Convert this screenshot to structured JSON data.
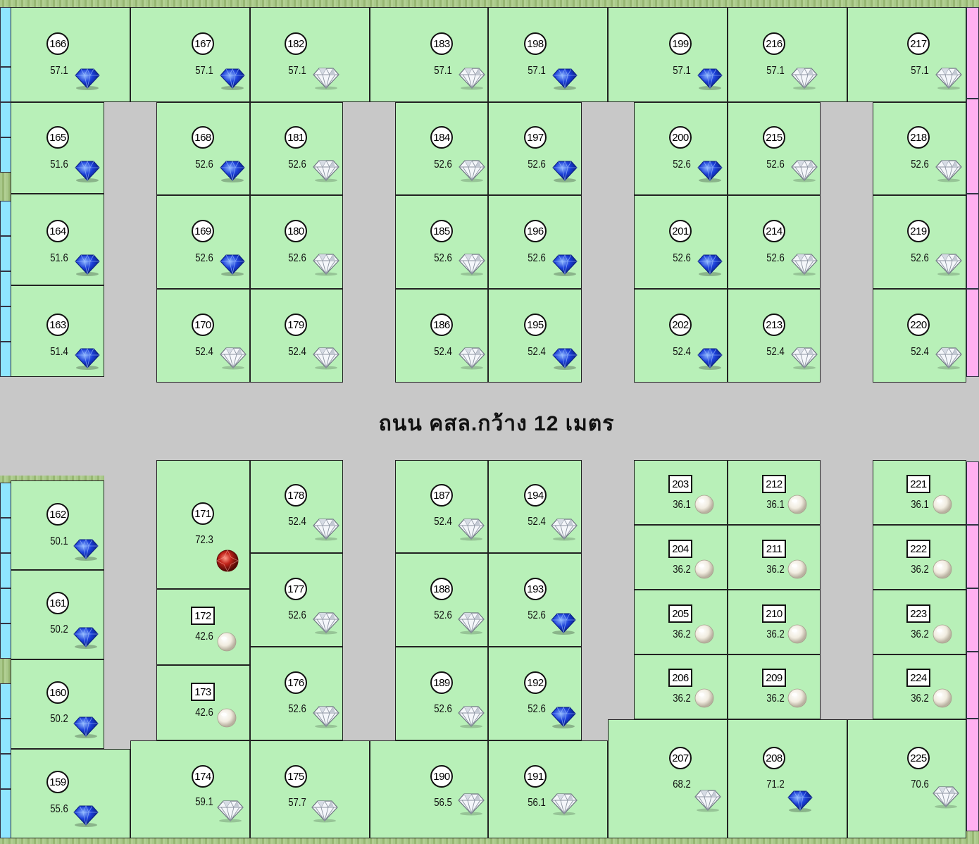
{
  "road_label": "ถนน คสล.กว้าง 12 เมตร",
  "icon_legend": {
    "sapphire": "blue-sapphire-icon",
    "diamond": "diamond-icon",
    "pearl": "pearl-icon",
    "ruby": "ruby-icon"
  },
  "colors": {
    "lot": "#b8f0b8",
    "road": "#c8c8c8",
    "left_strip": "#8fe6ff",
    "right_strip": "#ffb0f0",
    "border": "#222222"
  },
  "plots": [
    {
      "id": "166",
      "area": "57.1",
      "gem": "sapphire"
    },
    {
      "id": "167",
      "area": "57.1",
      "gem": "sapphire"
    },
    {
      "id": "182",
      "area": "57.1",
      "gem": "diamond"
    },
    {
      "id": "183",
      "area": "57.1",
      "gem": "diamond"
    },
    {
      "id": "198",
      "area": "57.1",
      "gem": "sapphire"
    },
    {
      "id": "199",
      "area": "57.1",
      "gem": "sapphire"
    },
    {
      "id": "216",
      "area": "57.1",
      "gem": "diamond"
    },
    {
      "id": "217",
      "area": "57.1",
      "gem": "diamond"
    },
    {
      "id": "165",
      "area": "51.6",
      "gem": "sapphire"
    },
    {
      "id": "168",
      "area": "52.6",
      "gem": "sapphire"
    },
    {
      "id": "181",
      "area": "52.6",
      "gem": "diamond"
    },
    {
      "id": "184",
      "area": "52.6",
      "gem": "diamond"
    },
    {
      "id": "197",
      "area": "52.6",
      "gem": "sapphire"
    },
    {
      "id": "200",
      "area": "52.6",
      "gem": "sapphire"
    },
    {
      "id": "215",
      "area": "52.6",
      "gem": "diamond"
    },
    {
      "id": "218",
      "area": "52.6",
      "gem": "diamond"
    },
    {
      "id": "164",
      "area": "51.6",
      "gem": "sapphire"
    },
    {
      "id": "169",
      "area": "52.6",
      "gem": "sapphire"
    },
    {
      "id": "180",
      "area": "52.6",
      "gem": "diamond"
    },
    {
      "id": "185",
      "area": "52.6",
      "gem": "diamond"
    },
    {
      "id": "196",
      "area": "52.6",
      "gem": "sapphire"
    },
    {
      "id": "201",
      "area": "52.6",
      "gem": "sapphire"
    },
    {
      "id": "214",
      "area": "52.6",
      "gem": "diamond"
    },
    {
      "id": "219",
      "area": "52.6",
      "gem": "diamond"
    },
    {
      "id": "163",
      "area": "51.4",
      "gem": "sapphire"
    },
    {
      "id": "170",
      "area": "52.4",
      "gem": "diamond"
    },
    {
      "id": "179",
      "area": "52.4",
      "gem": "diamond"
    },
    {
      "id": "186",
      "area": "52.4",
      "gem": "diamond"
    },
    {
      "id": "195",
      "area": "52.4",
      "gem": "sapphire"
    },
    {
      "id": "202",
      "area": "52.4",
      "gem": "sapphire"
    },
    {
      "id": "213",
      "area": "52.4",
      "gem": "diamond"
    },
    {
      "id": "220",
      "area": "52.4",
      "gem": "diamond"
    },
    {
      "id": "162",
      "area": "50.1",
      "gem": "sapphire"
    },
    {
      "id": "171",
      "area": "72.3",
      "gem": "ruby"
    },
    {
      "id": "178",
      "area": "52.4",
      "gem": "diamond"
    },
    {
      "id": "187",
      "area": "52.4",
      "gem": "diamond"
    },
    {
      "id": "194",
      "area": "52.4",
      "gem": "diamond"
    },
    {
      "id": "203",
      "area": "36.1",
      "gem": "pearl"
    },
    {
      "id": "212",
      "area": "36.1",
      "gem": "pearl"
    },
    {
      "id": "221",
      "area": "36.1",
      "gem": "pearl"
    },
    {
      "id": "204",
      "area": "36.2",
      "gem": "pearl"
    },
    {
      "id": "211",
      "area": "36.2",
      "gem": "pearl"
    },
    {
      "id": "222",
      "area": "36.2",
      "gem": "pearl"
    },
    {
      "id": "161",
      "area": "50.2",
      "gem": "sapphire"
    },
    {
      "id": "172",
      "area": "42.6",
      "gem": "pearl"
    },
    {
      "id": "177",
      "area": "52.6",
      "gem": "diamond"
    },
    {
      "id": "188",
      "area": "52.6",
      "gem": "diamond"
    },
    {
      "id": "193",
      "area": "52.6",
      "gem": "sapphire"
    },
    {
      "id": "205",
      "area": "36.2",
      "gem": "pearl"
    },
    {
      "id": "210",
      "area": "36.2",
      "gem": "pearl"
    },
    {
      "id": "223",
      "area": "36.2",
      "gem": "pearl"
    },
    {
      "id": "160",
      "area": "50.2",
      "gem": "sapphire"
    },
    {
      "id": "173",
      "area": "42.6",
      "gem": "pearl"
    },
    {
      "id": "176",
      "area": "52.6",
      "gem": "diamond"
    },
    {
      "id": "189",
      "area": "52.6",
      "gem": "diamond"
    },
    {
      "id": "192",
      "area": "52.6",
      "gem": "sapphire"
    },
    {
      "id": "206",
      "area": "36.2",
      "gem": "pearl"
    },
    {
      "id": "209",
      "area": "36.2",
      "gem": "pearl"
    },
    {
      "id": "224",
      "area": "36.2",
      "gem": "pearl"
    },
    {
      "id": "159",
      "area": "55.6",
      "gem": "sapphire"
    },
    {
      "id": "174",
      "area": "59.1",
      "gem": "diamond"
    },
    {
      "id": "175",
      "area": "57.7",
      "gem": "diamond"
    },
    {
      "id": "190",
      "area": "56.5",
      "gem": "diamond"
    },
    {
      "id": "191",
      "area": "56.1",
      "gem": "diamond"
    },
    {
      "id": "207",
      "area": "68.2",
      "gem": "diamond"
    },
    {
      "id": "208",
      "area": "71.2",
      "gem": "sapphire"
    },
    {
      "id": "225",
      "area": "70.6",
      "gem": "diamond"
    }
  ]
}
